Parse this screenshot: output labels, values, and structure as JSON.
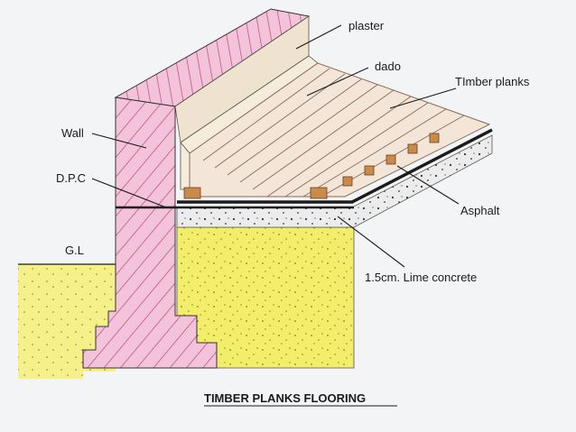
{
  "labels": {
    "plaster": "plaster",
    "dado": "dado",
    "timber_planks": "TImber planks",
    "wall": "Wall",
    "dpc": "D.P.C",
    "asphalt": "Asphalt",
    "gl": "G.L",
    "lime_concrete": "1.5cm. Lime concrete"
  },
  "title": "TIMBER PLANKS FLOORING",
  "colors": {
    "wall_fill": "#f2c3d9",
    "wall_hatch": "#b8467a",
    "soil_fill": "#f3ee6a",
    "plank_fill": "#f3e6d8",
    "plank_line": "#8a6a55",
    "concrete_fill": "#ececec",
    "asphalt": "#1c1c1c",
    "joist": "#c98a4c",
    "background": "#f3f4f6"
  }
}
